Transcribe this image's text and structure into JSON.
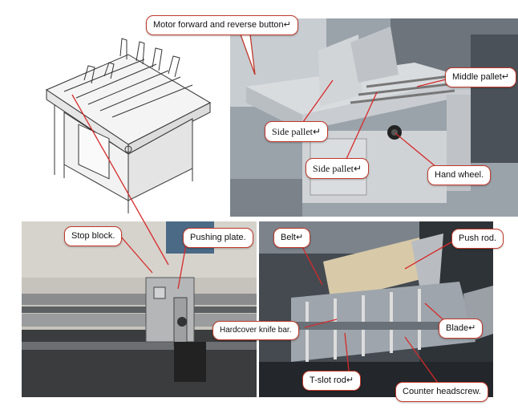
{
  "figure": {
    "colors": {
      "callout_border": "#c0392b",
      "pointer_line": "#d62a2a"
    },
    "labels": {
      "motor": "Motor forward and reverse button↵",
      "side_pallet_1": "Side pallet↵",
      "side_pallet_2": "Side pallet↵",
      "middle_pallet": "Middle pallet↵",
      "hand_wheel": "Hand wheel.",
      "stop_block": "Stop block.",
      "pushing_plate": "Pushing plate.",
      "hardcover_knife_bar": "Hardcover knife bar.",
      "belt": "Belt↵",
      "push_rod": "Push rod.",
      "blade": "Blade↵",
      "t_slot_rod": "T-slot rod↵",
      "counter_headscrew": "Counter headscrew."
    }
  }
}
